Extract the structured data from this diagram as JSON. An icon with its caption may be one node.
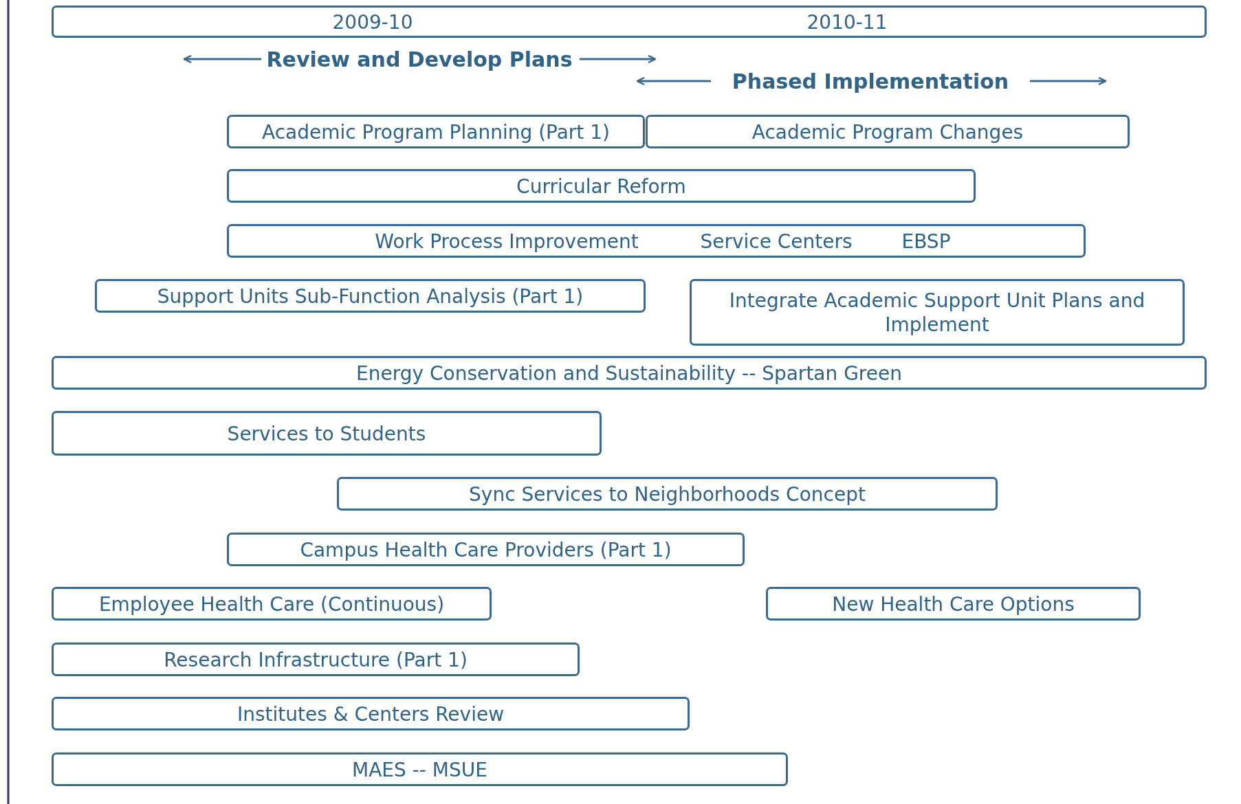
{
  "diagram": {
    "nodes": [
      {
        "text": [
          "2009-10",
          "2010-11"
        ]
      },
      {
        "text": [
          "Academic Program Planning (Part 1)"
        ]
      },
      {
        "text": [
          "Academic Program Changes"
        ]
      },
      {
        "text": [
          "Curricular Reform"
        ]
      },
      {
        "text": [
          "Work Process Improvement",
          "Service Centers",
          "EBSP"
        ]
      },
      {
        "text": [
          "Support Units Sub-Function Analysis (Part 1)"
        ]
      },
      {
        "text": [
          "Integrate Academic Support Unit Plans and Implement"
        ]
      },
      {
        "text": [
          "Energy Conservation and Sustainability -- Spartan Green"
        ]
      },
      {
        "text": [
          "Services to Students"
        ]
      },
      {
        "text": [
          "Sync Services to Neighborhoods Concept"
        ]
      },
      {
        "text": [
          "Campus Health Care Providers (Part 1)"
        ]
      },
      {
        "text": [
          "Employee Health Care (Continuous)"
        ]
      },
      {
        "text": [
          "New Health Care Options"
        ]
      },
      {
        "text": [
          "Research Infrastructure (Part 1)"
        ]
      },
      {
        "text": [
          "Institutes & Centers Review"
        ]
      },
      {
        "text": [
          "MAES -- MSUE"
        ]
      }
    ],
    "edges": [],
    "labels": [
      "Review and Develop Plans",
      "Phased Implementation"
    ]
  }
}
